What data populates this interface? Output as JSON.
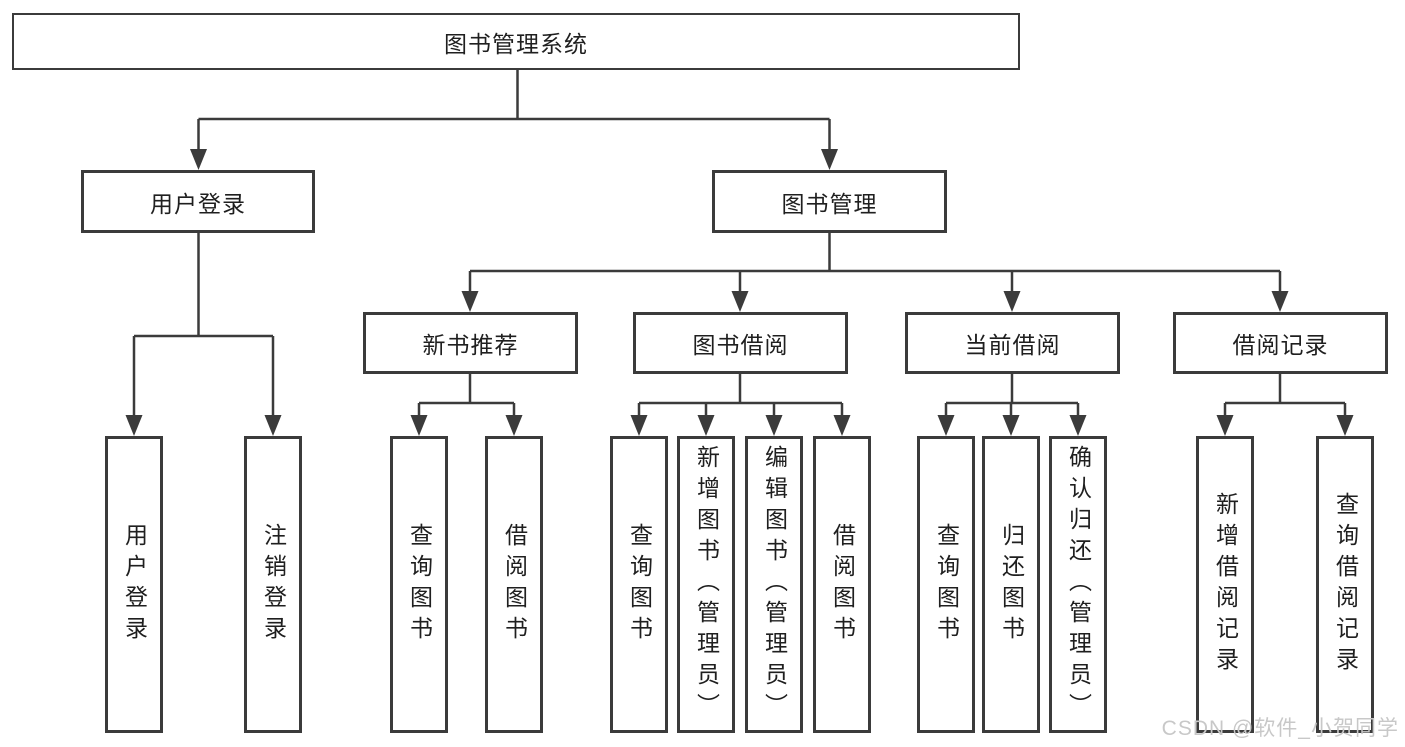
{
  "root": {
    "label": "图书管理系统"
  },
  "branches": [
    {
      "label": "用户登录"
    },
    {
      "label": "图书管理"
    }
  ],
  "modules": [
    {
      "label": "新书推荐"
    },
    {
      "label": "图书借阅"
    },
    {
      "label": "当前借阅"
    },
    {
      "label": "借阅记录"
    }
  ],
  "leaves": {
    "user_login": [
      {
        "label": "用户登录"
      },
      {
        "label": "注销登录"
      }
    ],
    "new_book": [
      {
        "label": "查询图书"
      },
      {
        "label": "借阅图书"
      }
    ],
    "book_borrow": [
      {
        "label": "查询图书"
      },
      {
        "label": "新增图书（管理员）"
      },
      {
        "label": "编辑图书（管理员）"
      },
      {
        "label": "借阅图书"
      }
    ],
    "current_borrow": [
      {
        "label": "查询图书"
      },
      {
        "label": "归还图书"
      },
      {
        "label": "确认归还（管理员）"
      }
    ],
    "borrow_record": [
      {
        "label": "新增借阅记录"
      },
      {
        "label": "查询借阅记录"
      }
    ]
  },
  "watermark": "CSDN @软件_小贺同学",
  "colors": {
    "line": "#3b3b3b",
    "text": "#1f1f1f",
    "watermark": "#c8c8c8",
    "background": "#ffffff"
  }
}
